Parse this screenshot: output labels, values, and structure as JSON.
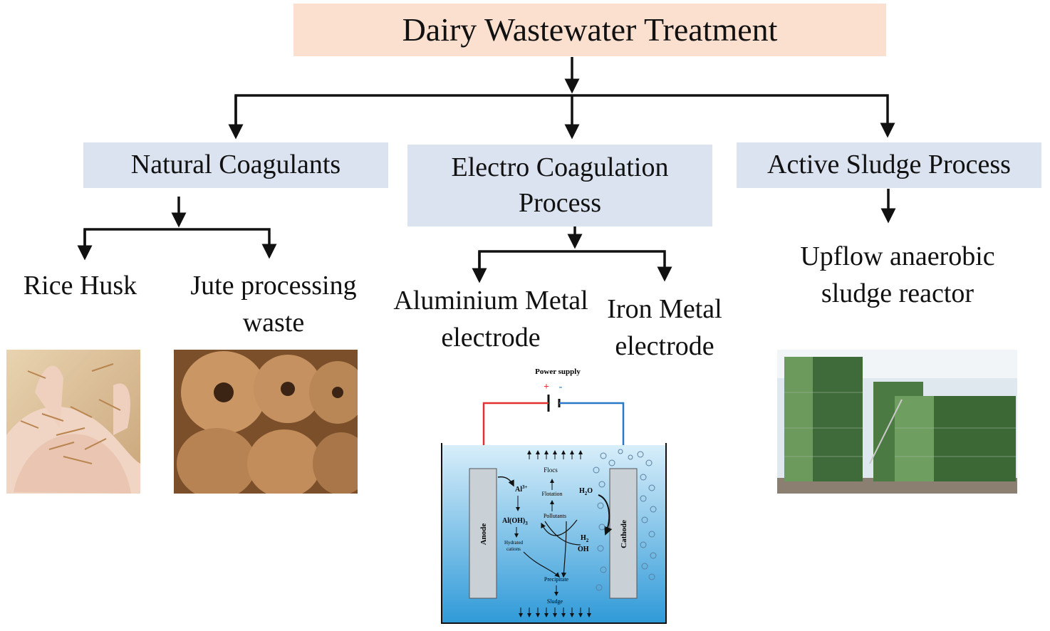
{
  "title": "Dairy Wastewater Treatment",
  "categories": [
    {
      "label": "Natural Coagulants",
      "children": [
        "Rice Husk",
        "Jute processing waste"
      ]
    },
    {
      "label": "Electro Coagulation Process",
      "children": [
        "Aluminium Metal electrode",
        "Iron Metal electrode"
      ]
    },
    {
      "label": "Active Sludge Process",
      "children": [
        "Upflow anaerobic sludge reactor"
      ]
    }
  ],
  "ec_diagram": {
    "power_supply": "Power supply",
    "plus": "+",
    "minus": "-",
    "anode": "Anode",
    "cathode": "Cathode",
    "flocs": "Flocs",
    "flotation": "Flotation",
    "pollutants": "Pollutants",
    "al_ion": "Al",
    "al_ion_sup": "3+",
    "al_hydroxide": "Al(OH)",
    "al_hydroxide_sub": "3",
    "hydrated_cations_1": "Hydrated",
    "hydrated_cations_2": "cations",
    "water_top": "H",
    "water_top_sub": "2",
    "water_top_o": "O",
    "hydrogen": "H",
    "hydrogen_sub": "2",
    "hydroxide": "OH",
    "precipitate": "Precipitate",
    "sludge": "Sludge"
  },
  "colors": {
    "title_bg": "#fbdfcf",
    "category_bg": "#dae3ef",
    "positive_wire": "#e53030",
    "negative_wire": "#2a78c8"
  }
}
